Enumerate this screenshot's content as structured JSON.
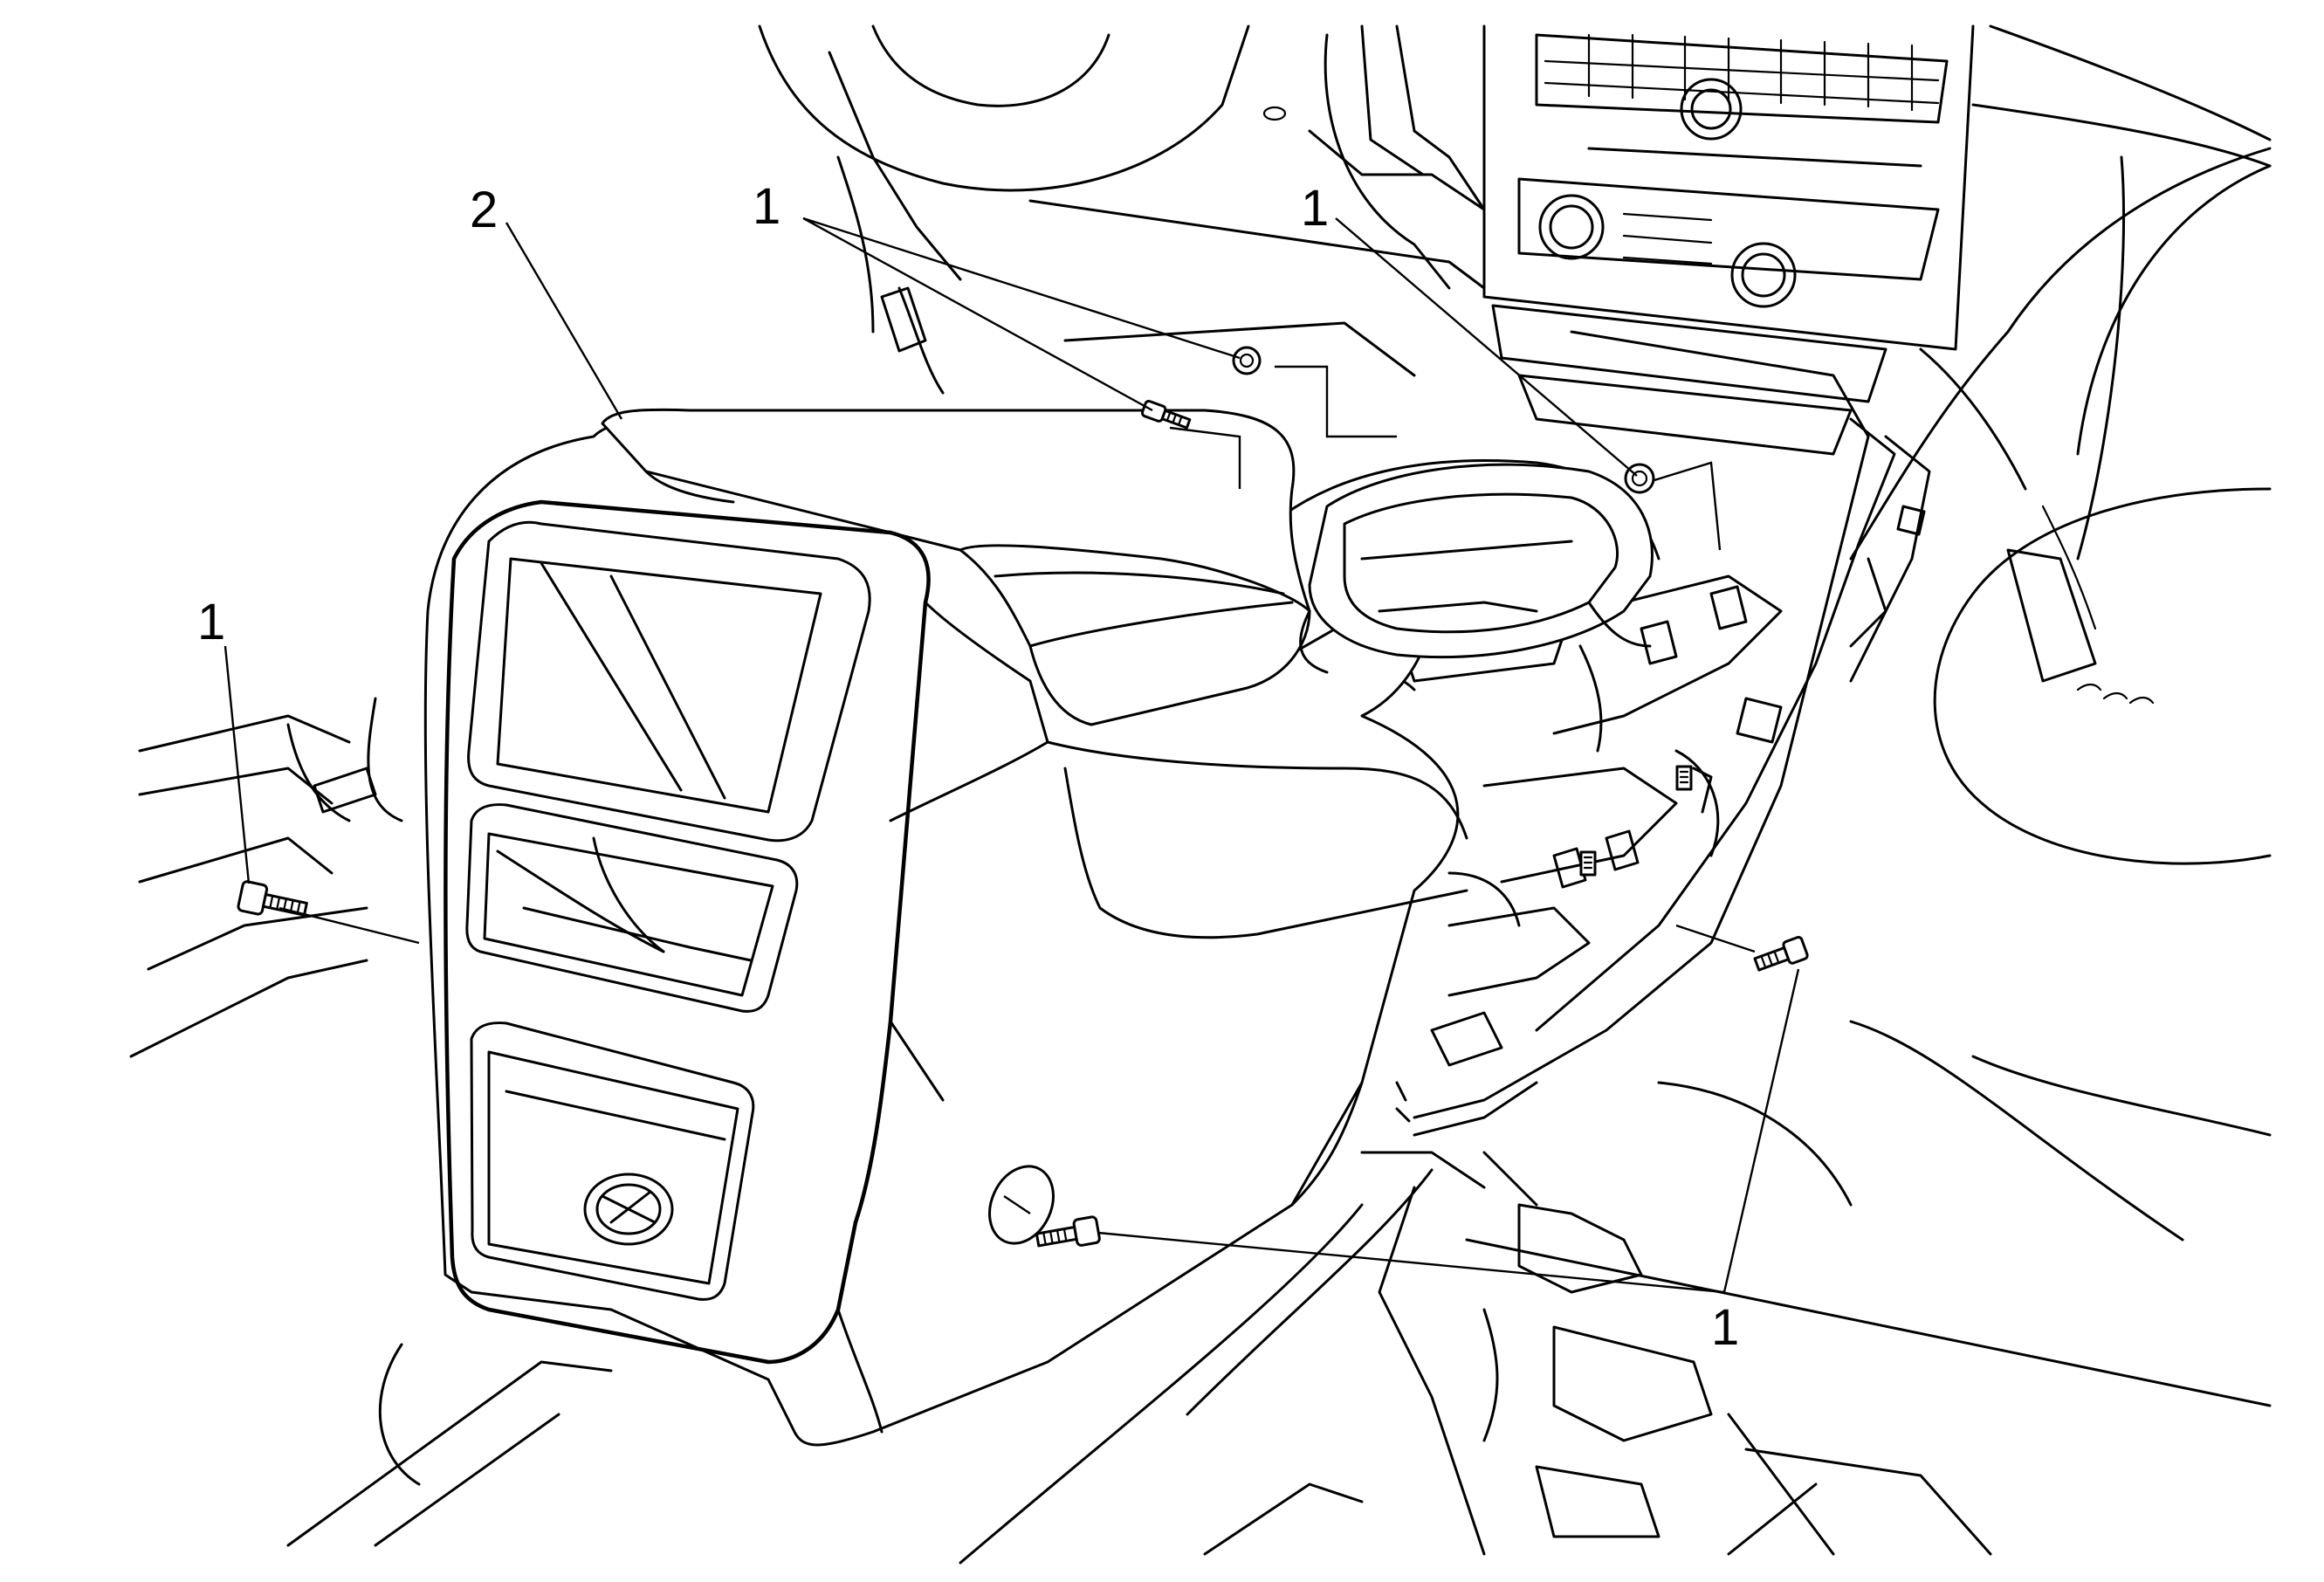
{
  "callouts": {
    "fastener_top_left": "1",
    "fastener_top_right": "1",
    "fastener_left": "1",
    "fastener_bottom": "1",
    "console": "2"
  },
  "colors": {
    "line": "#000000",
    "background": "#ffffff"
  },
  "icons": [
    "bolt-icon",
    "nut-icon",
    "screw-icon"
  ]
}
